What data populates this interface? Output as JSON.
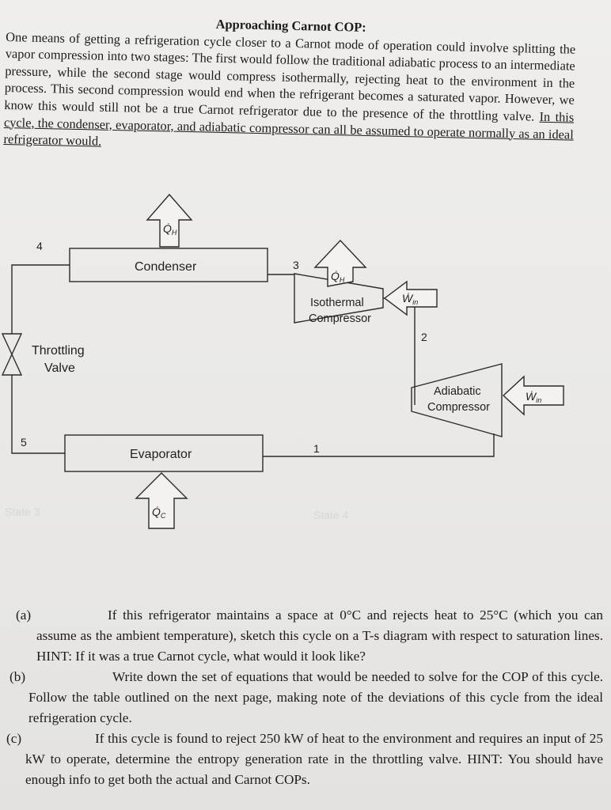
{
  "intro": {
    "title": "Approaching Carnot COP:",
    "text": "One means of getting a refrigeration cycle closer to a Carnot mode of operation could involve splitting the vapor compression into two stages: The first would follow the traditional adiabatic process to an intermediate pressure, while the second stage would compress isothermally, rejecting heat to the environment in the process. This second compression would end when the refrigerant becomes a saturated vapor. However, we know this would still not be a true Carnot refrigerator due to the presence of the throttling valve.",
    "underlined": "In this cycle, the condenser, evaporator, and adiabatic compressor can all be assumed to operate normally as an ideal refrigerator would."
  },
  "diagram": {
    "condenser": "Condenser",
    "evaporator": "Evaporator",
    "isothermal_compressor_line1": "Isothermal",
    "isothermal_compressor_line2": "Compressor",
    "adiabatic_compressor_line1": "Adiabatic",
    "adiabatic_compressor_line2": "Compressor",
    "throttling_valve_line1": "Throttling",
    "throttling_valve_line2": "Valve",
    "state_1": "1",
    "state_2": "2",
    "state_3": "3",
    "state_4": "4",
    "state_5": "5",
    "qh_top": "Q̇",
    "qh_top_sub": "H",
    "qh_iso": "Q̇",
    "qh_iso_sub": "H",
    "qc": "Q̇",
    "qc_sub": "C",
    "w_iso": "Ẇ",
    "w_iso_sub": "in",
    "w_adi": "Ẇ",
    "w_adi_sub": "in",
    "ghost_1": "State 3",
    "ghost_2": "State 4"
  },
  "questions": [
    {
      "label": "(a)",
      "text": "If this refrigerator maintains a space at 0°C and rejects heat to 25°C (which you can assume as the ambient temperature), sketch this cycle on a T-s diagram with respect to saturation lines. HINT: If it was a true Carnot cycle, what would it look like?"
    },
    {
      "label": "(b)",
      "text": "Write down the set of equations that would be needed to solve for the COP of this cycle. Follow the table outlined on the next page, making note of the deviations of this cycle from the ideal refrigeration cycle."
    },
    {
      "label": "(c)",
      "text": "If this cycle is found to reject 250 kW of heat to the environment and requires an input of 25 kW to operate, determine the entropy generation rate in the throttling valve. HINT: You should have enough info to get both the actual and Carnot COPs."
    }
  ]
}
